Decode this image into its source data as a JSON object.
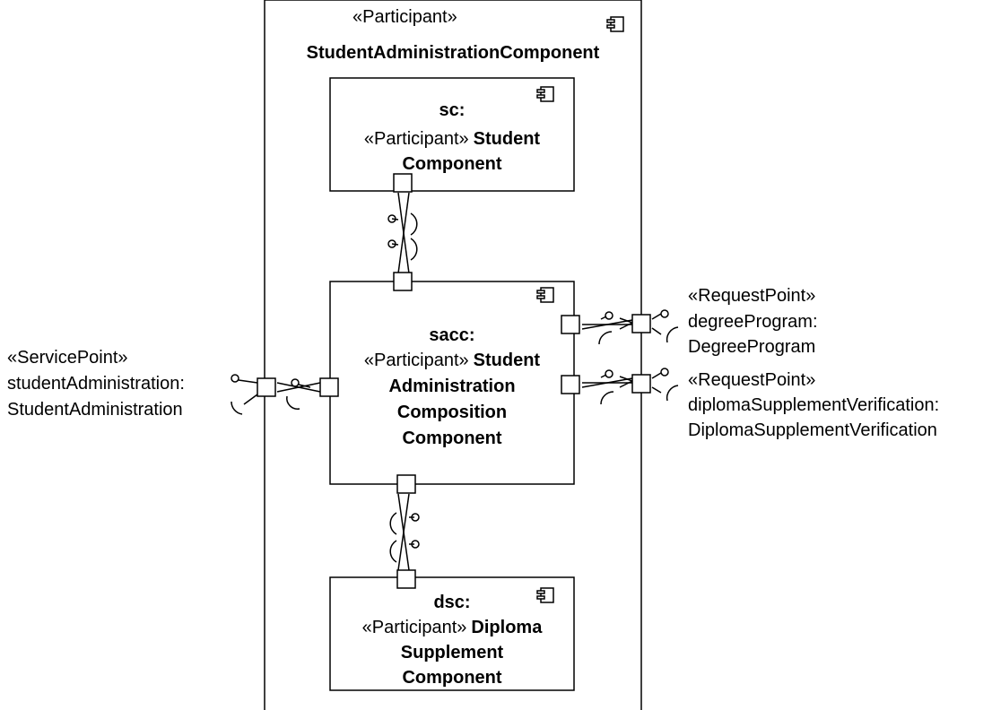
{
  "outer": {
    "stereotype": "«Participant»",
    "name": "StudentAdministrationComponent"
  },
  "sc": {
    "name": "sc:",
    "stereotype": "«Participant»",
    "type_lines": [
      "Student",
      "Component"
    ]
  },
  "sacc": {
    "name": "sacc:",
    "stereotype": "«Participant»",
    "type_lines": [
      "Student",
      "Administration",
      "Composition",
      "Component"
    ]
  },
  "dsc": {
    "name": "dsc:",
    "stereotype": "«Participant»",
    "type_lines": [
      "Diploma",
      "Supplement",
      "Component"
    ]
  },
  "ports": {
    "service_point": {
      "stereotype": "«ServicePoint»",
      "name": "studentAdministration:",
      "type": "StudentAdministration"
    },
    "degree_program": {
      "stereotype": "«RequestPoint»",
      "name": "degreeProgram:",
      "type": "DegreeProgram"
    },
    "diploma_verification": {
      "stereotype": "«RequestPoint»",
      "name": "diplomaSupplementVerification:",
      "type": "DiplomaSupplementVerification"
    }
  },
  "icons": {
    "component": "component-icon",
    "provided_interface": "lollipop",
    "required_interface": "socket"
  },
  "colors": {
    "stroke": "#000000",
    "fill": "#ffffff"
  }
}
